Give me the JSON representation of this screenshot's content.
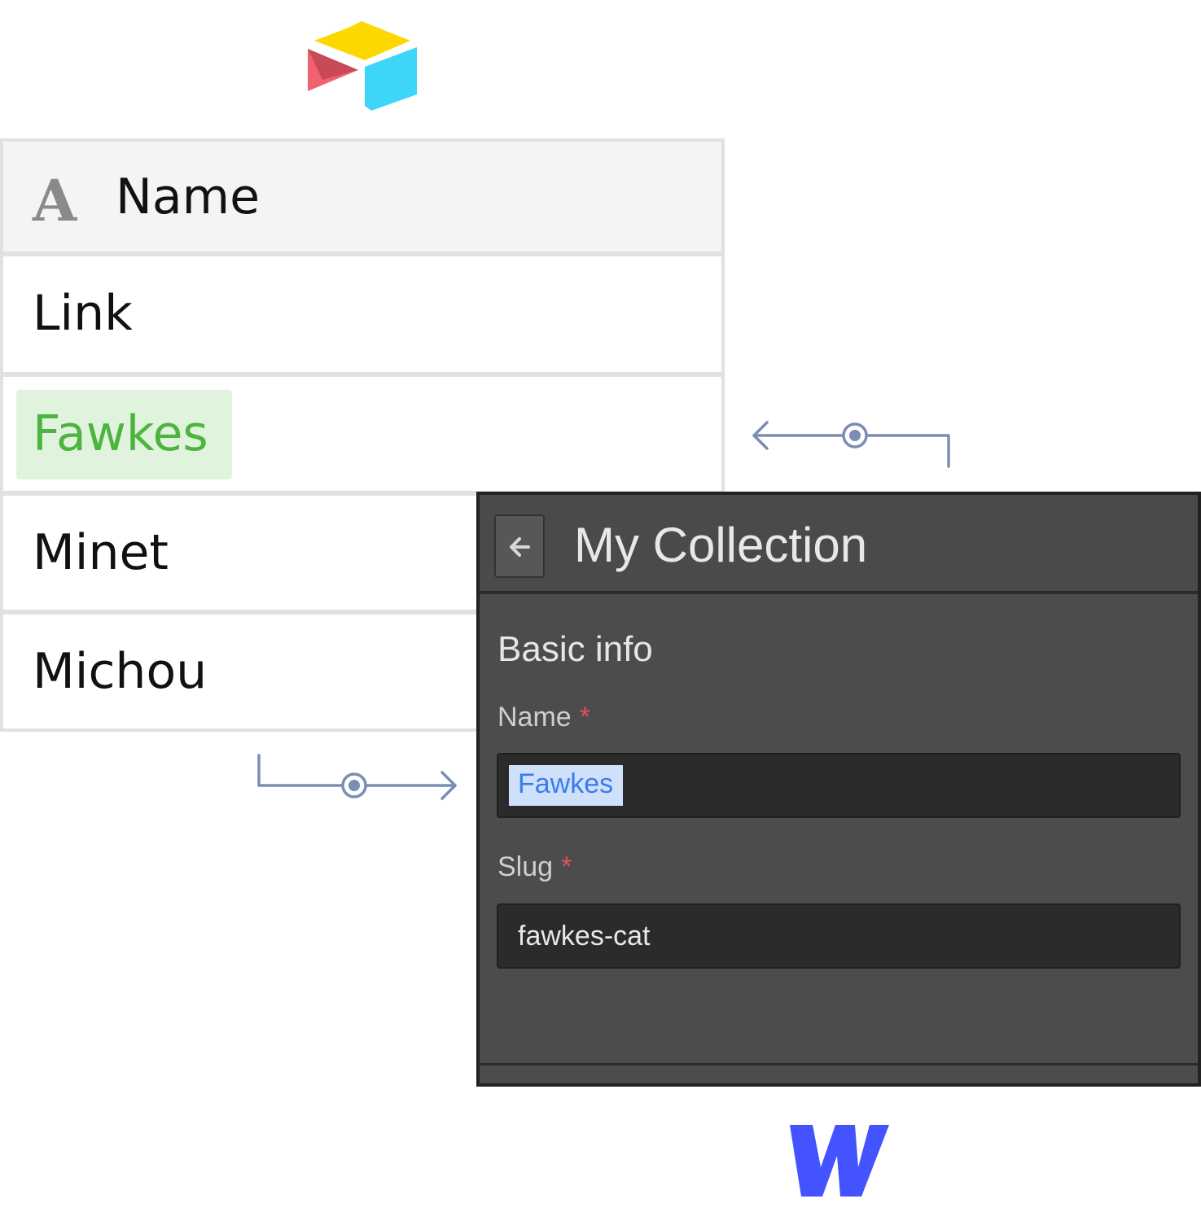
{
  "table": {
    "header": {
      "field_type_icon": "A",
      "label": "Name"
    },
    "rows": [
      {
        "label": "Link",
        "selected": false
      },
      {
        "label": "Fawkes",
        "selected": true
      },
      {
        "label": "Minet",
        "selected": false
      },
      {
        "label": "Michou",
        "selected": false
      }
    ]
  },
  "panel": {
    "title": "My Collection",
    "section_title": "Basic info",
    "fields": [
      {
        "label": "Name",
        "required_mark": "*",
        "value": "Fawkes"
      },
      {
        "label": "Slug",
        "required_mark": "*",
        "value": "fawkes-cat"
      }
    ]
  },
  "icons": {
    "airtable_logo": "airtable-logo",
    "webflow_logo": "webflow-logo",
    "back": "arrow-left-icon",
    "connector_top": "arrow-left-connector",
    "connector_bottom": "arrow-right-connector"
  },
  "colors": {
    "selected_row_bg": "#e0f3dd",
    "selected_row_text": "#4db43f",
    "selection_highlight": "#cfe0fb",
    "selection_text": "#3a7cee",
    "required_mark": "#e0525a",
    "connector": "#7b8db3",
    "webflow_blue": "#4353ff"
  }
}
